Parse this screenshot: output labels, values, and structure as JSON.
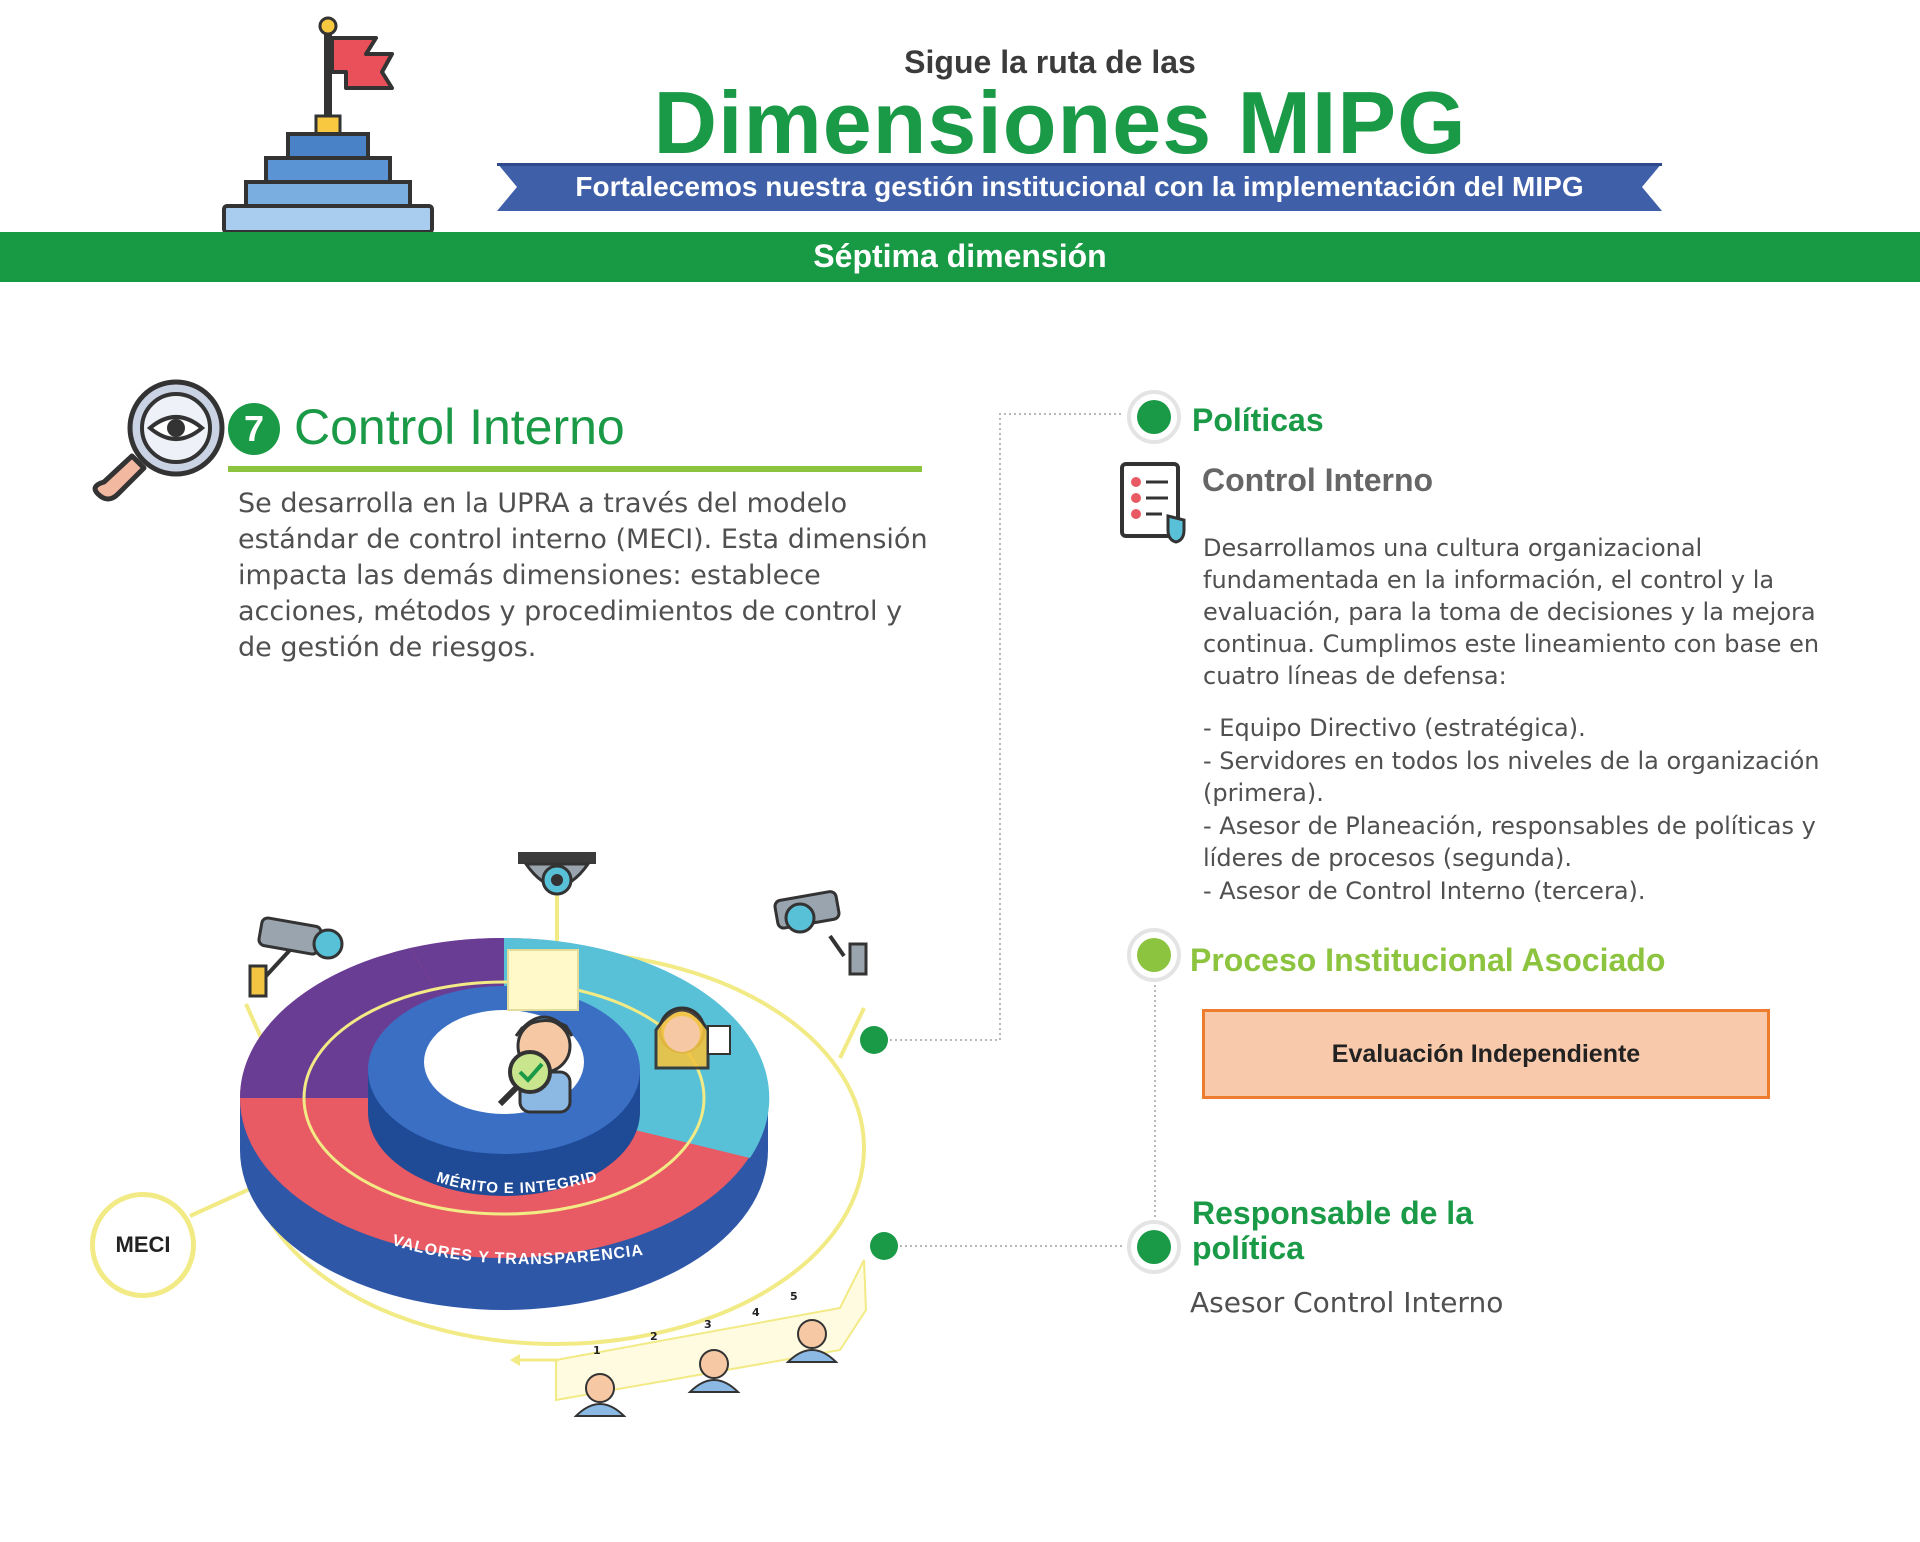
{
  "header": {
    "supertitle": "Sigue la ruta de las",
    "title": "Dimensiones MIPG",
    "ribbon": "Fortalecemos nuestra gestión institucional con la implementación del MIPG",
    "bar": "Séptima dimensión"
  },
  "dimension": {
    "number": "7",
    "title": "Control Interno",
    "description": "Se desarrolla en la UPRA a través del modelo estándar de control interno (MECI). Esta dimensión impacta las demás dimensiones: establece acciones, métodos y procedimientos de control y de gestión de riesgos."
  },
  "politicas": {
    "heading": "Políticas",
    "title": "Control Interno",
    "description": "Desarrollamos una cultura organizacional fundamentada en la información, el control y la evaluación, para la toma de decisiones y la mejora continua. Cumplimos este lineamiento con base en cuatro líneas de defensa:",
    "lines": [
      "- Equipo Directivo (estratégica).",
      "- Servidores en todos los niveles de la organización (primera).",
      "- Asesor de Planeación, responsables de políticas y líderes de procesos (segunda).",
      "- Asesor de Control Interno (tercera)."
    ]
  },
  "proceso": {
    "heading": "Proceso Institucional Asociado",
    "box": "Evaluación Independiente"
  },
  "responsable": {
    "heading": "Responsable de la política",
    "name": "Asesor Control Interno"
  },
  "diagram": {
    "meci": "MECI",
    "ring_inner": "MÉRITO E INTEGRIDAD",
    "ring_outer": "VALORES Y TRANSPARENCIA",
    "steps": [
      "1",
      "2",
      "3",
      "4",
      "5"
    ]
  },
  "colors": {
    "green": "#1a9a46",
    "light_green": "#8dc43f",
    "blue": "#3f5fa8",
    "orange": "#ee7c2f",
    "peach": "#f8c9ab",
    "yellow": "#f2ea85"
  }
}
